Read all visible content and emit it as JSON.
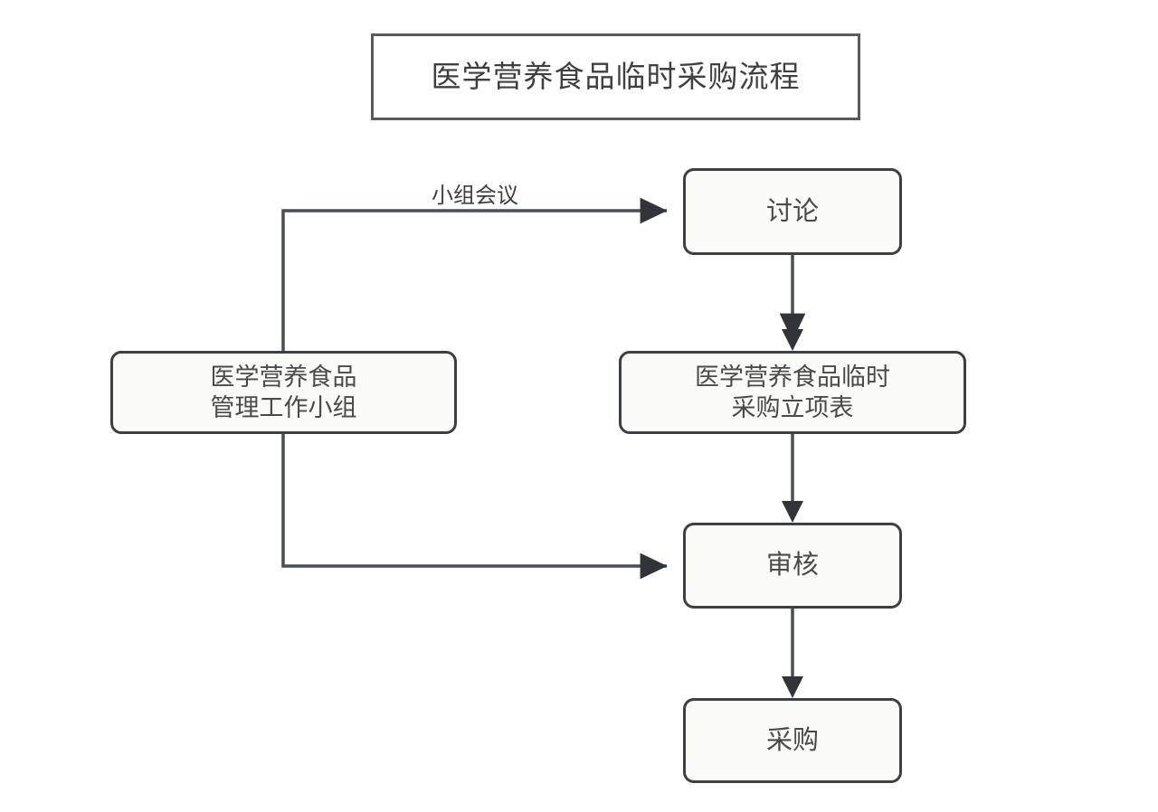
{
  "diagram": {
    "title_box": {
      "label": "医学营养食品临时采购流程"
    },
    "nodes": [
      {
        "id": "discuss",
        "label": "讨论"
      },
      {
        "id": "group",
        "label": "医学营养食品\n管理工作小组"
      },
      {
        "id": "form",
        "label": "医学营养食品临时\n采购立项表"
      },
      {
        "id": "review",
        "label": "审核"
      },
      {
        "id": "purchase",
        "label": "采购"
      }
    ],
    "edges": [
      {
        "from": "group",
        "to": "discuss",
        "label": "小组会议"
      },
      {
        "from": "discuss",
        "to": "form",
        "label": ""
      },
      {
        "from": "form",
        "to": "review",
        "label": ""
      },
      {
        "from": "group",
        "to": "review",
        "label": ""
      },
      {
        "from": "review",
        "to": "purchase",
        "label": ""
      }
    ],
    "colors": {
      "background": "#ffffff",
      "node_fill": "#fbfbfa",
      "node_stroke": "#3c4043",
      "edge_stroke": "#4a4f54",
      "text": "#4a4a4a"
    }
  }
}
